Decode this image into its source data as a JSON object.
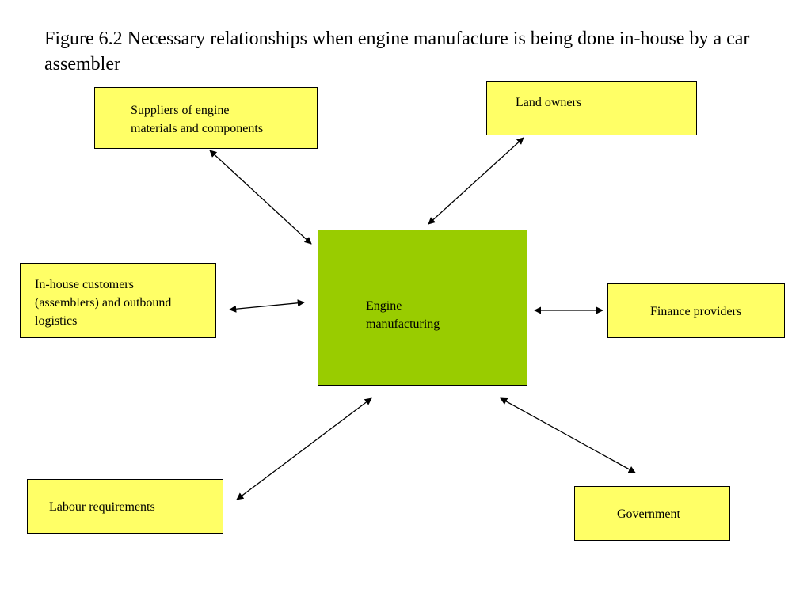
{
  "title": "Figure 6.2 Necessary relationships when engine manufacture is being done in-house by a car assembler",
  "colors": {
    "outer_box_fill": "#ffff66",
    "center_box_fill": "#99cc00",
    "border": "#000000",
    "arrow": "#000000"
  },
  "center": {
    "label": "Engine\nmanufacturing"
  },
  "nodes": {
    "suppliers": {
      "label": "Suppliers of engine\nmaterials and components"
    },
    "land_owners": {
      "label": "Land owners"
    },
    "in_house_customers": {
      "label": "In-house customers\n(assemblers) and outbound\nlogistics"
    },
    "finance_providers": {
      "label": "Finance providers"
    },
    "labour_requirements": {
      "label": "Labour requirements"
    },
    "government": {
      "label": "Government"
    }
  },
  "relationships": [
    {
      "from": "suppliers",
      "to": "center",
      "direction": "both"
    },
    {
      "from": "land_owners",
      "to": "center",
      "direction": "both"
    },
    {
      "from": "in_house_customers",
      "to": "center",
      "direction": "both"
    },
    {
      "from": "finance_providers",
      "to": "center",
      "direction": "both"
    },
    {
      "from": "labour_requirements",
      "to": "center",
      "direction": "both"
    },
    {
      "from": "government",
      "to": "center",
      "direction": "both"
    }
  ]
}
